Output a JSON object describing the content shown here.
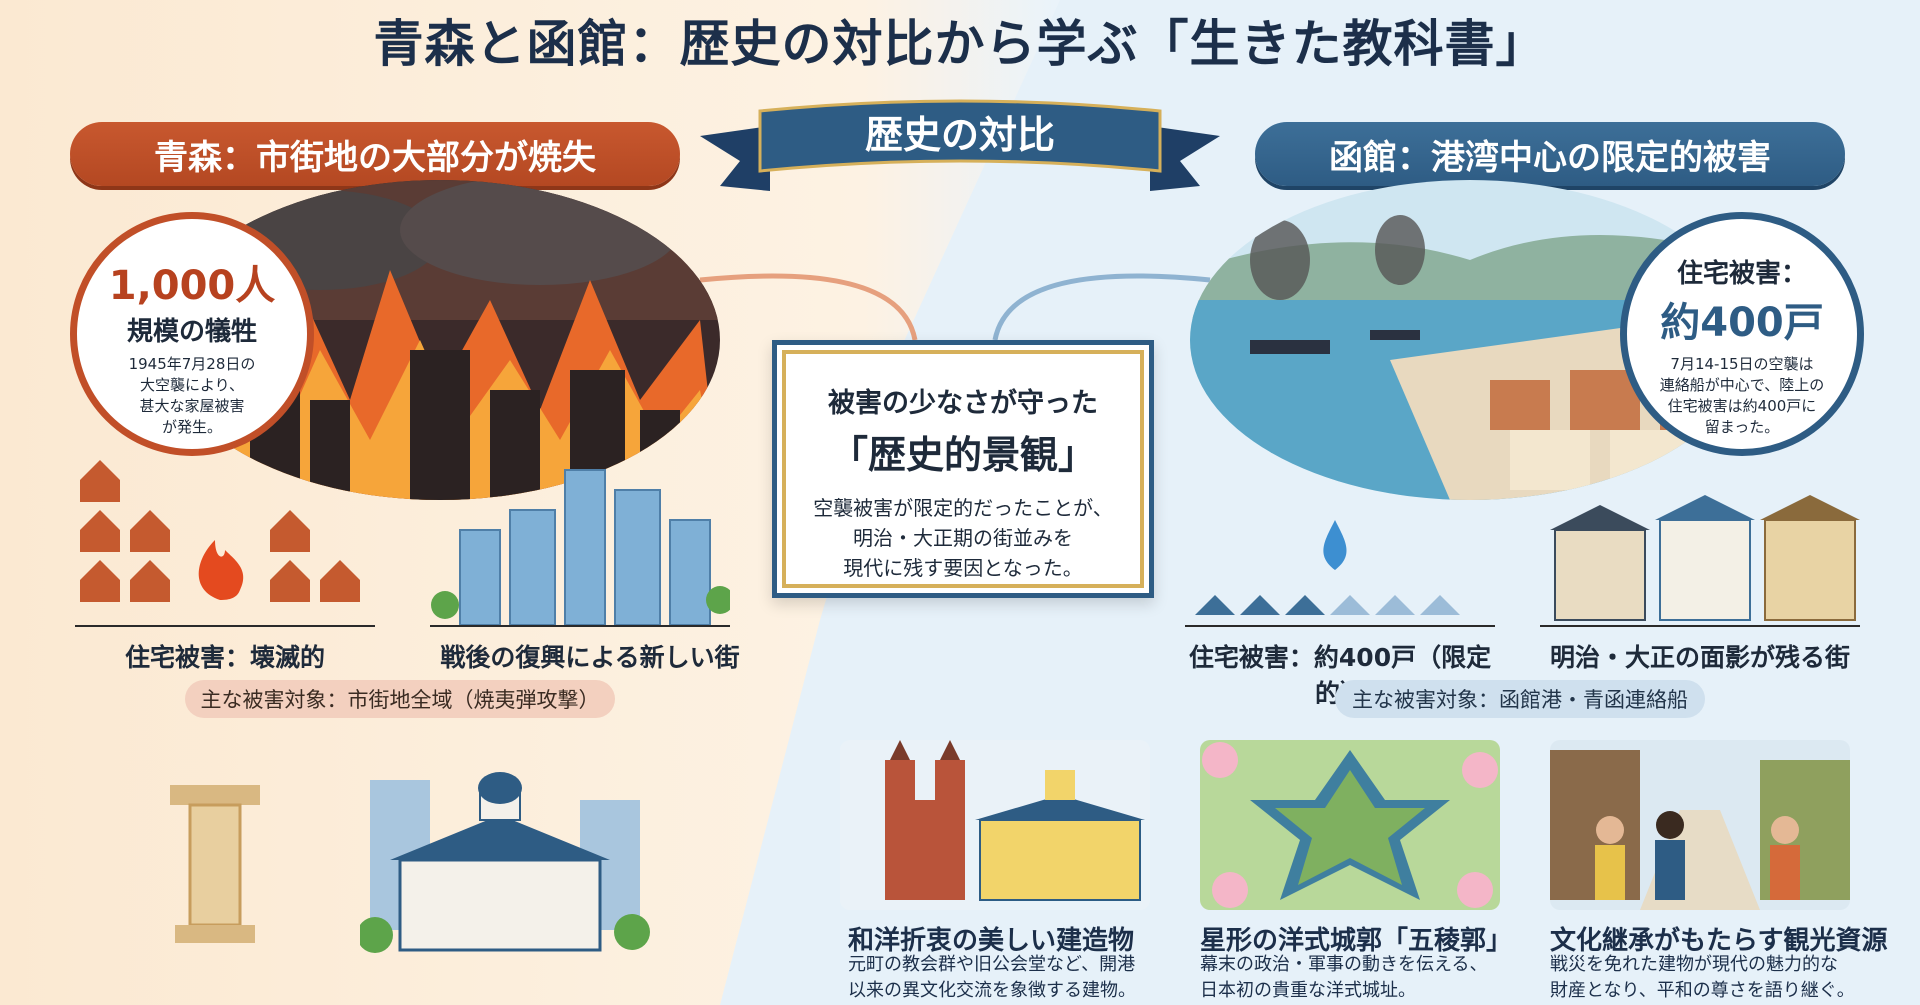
{
  "title": "青森と函館：歴史の対比から学ぶ「生きた教科書」",
  "ribbon_label": "歴史の対比",
  "aomori": {
    "header": "青森：市街地の大部分が焼失",
    "stat_number": "1,000人",
    "stat_label": "規模の犠牲",
    "stat_desc": [
      "1945年7月28日の",
      "大空襲により、",
      "甚大な家屋被害",
      "が発生。"
    ],
    "caption_houses": "住宅被害：壊滅的",
    "caption_city": "戦後の復興による新しい街",
    "target_chip": "主な被害対象：市街地全域（焼夷弾攻撃）"
  },
  "hakodate": {
    "header": "函館：港湾中心の限定的被害",
    "stat_label": "住宅被害：",
    "stat_number": "約400戸",
    "stat_desc": [
      "7月14-15日の空襲は",
      "連絡船が中心で、陸上の",
      "住宅被害は約400戸に",
      "留まった。"
    ],
    "caption_houses": "住宅被害：約400戸（限定的）",
    "caption_city": "明治・大正の面影が残る街",
    "target_chip": "主な被害対象：函館港・青函連絡船"
  },
  "center": {
    "line1": "被害の少なさが守った",
    "line2": "「歴史的景観」",
    "body": [
      "空襲被害が限定的だったことが、",
      "明治・大正期の街並みを",
      "現代に残す要因となった。"
    ]
  },
  "tiles": [
    {
      "title": "和洋折衷の美しい建造物",
      "text": [
        "元町の教会群や旧公会堂など、開港",
        "以来の異文化交流を象徴する建物。"
      ]
    },
    {
      "title": "星形の洋式城郭「五稜郭」",
      "text": [
        "幕末の政治・軍事の動きを伝える、",
        "日本初の貴重な洋式城址。"
      ]
    },
    {
      "title": "文化継承がもたらす観光資源",
      "text": [
        "戦災を免れた建物が現代の魅力的な",
        "財産となり、平和の尊さを語り継ぐ。"
      ]
    }
  ],
  "colors": {
    "aomori": "#c14f28",
    "hakodate": "#2e5c84",
    "gold": "#d6b05a"
  }
}
